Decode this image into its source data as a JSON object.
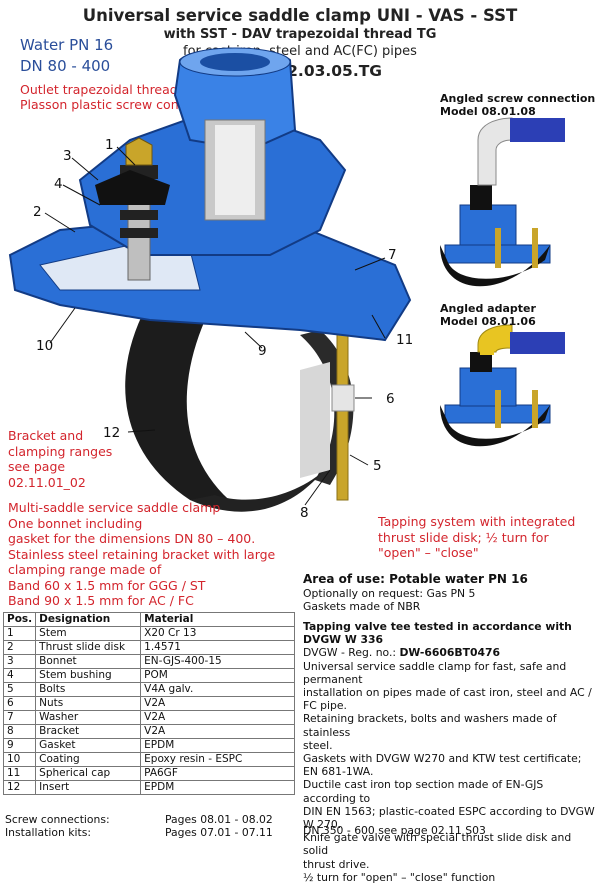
{
  "header": {
    "title": "Universal service saddle clamp UNI - VAS - SST",
    "subtitle1": "with SST - DAV trapezoidal thread TG",
    "subtitle2": "for cast iron, steel and AC(FC) pipes",
    "model": "Model 02.03.05.TG"
  },
  "spec": {
    "pressure": "Water PN 16",
    "range": "DN 80 - 400",
    "outlet_note": "Outlet trapezoidal thread for Plasson plastic screw connections"
  },
  "callouts": [
    "1",
    "2",
    "3",
    "4",
    "5",
    "6",
    "7",
    "8",
    "9",
    "10",
    "11",
    "12"
  ],
  "side": {
    "screw_title": "Angled screw connection",
    "screw_model": "Model 08.01.08",
    "adapter_title": "Angled adapter",
    "adapter_model": "Model 08.01.06"
  },
  "notes": {
    "bracket": "Bracket and clamping ranges see page 02.11.01_02",
    "multi": [
      "Multi-saddle service saddle clamp",
      "One bonnet including",
      "gasket for the dimensions DN 80 – 400.",
      "Stainless steel retaining bracket with large",
      "clamping range made of",
      "Band 60 x 1.5 mm for GGG / ST",
      "Band 90 x 1.5 mm for AC / FC"
    ],
    "tapping": "Tapping system with integrated thrust slide disk; ½ turn for \"open\" – \"close\""
  },
  "table": {
    "headers": [
      "Pos.",
      "Designation",
      "Material"
    ],
    "rows": [
      [
        "1",
        "Stem",
        "X20 Cr 13"
      ],
      [
        "2",
        "Thrust slide disk",
        "1.4571"
      ],
      [
        "3",
        "Bonnet",
        "EN-GJS-400-15"
      ],
      [
        "4",
        "Stem bushing",
        "POM"
      ],
      [
        "5",
        "Bolts",
        "V4A galv."
      ],
      [
        "6",
        "Nuts",
        "V2A"
      ],
      [
        "7",
        "Washer",
        "V2A"
      ],
      [
        "8",
        "Bracket",
        "V2A"
      ],
      [
        "9",
        "Gasket",
        "EPDM"
      ],
      [
        "10",
        "Coating",
        "Epoxy resin - ESPC"
      ],
      [
        "11",
        "Spherical cap",
        "PA6GF"
      ],
      [
        "12",
        "Insert",
        "EPDM"
      ]
    ]
  },
  "area": {
    "title": "Area of use: Potable water PN 16",
    "line1": "Optionally on request: Gas PN 5",
    "line2": "Gaskets made of NBR"
  },
  "desc": {
    "title": "Tapping valve tee tested in accordance with DVGW W 336",
    "reg_prefix": "DVGW - Reg. no.: ",
    "reg_no": "DW-6606BT0476",
    "lines": [
      "Universal service saddle clamp for fast, safe and permanent",
      "installation on pipes made of cast iron, steel and AC / FC pipe.",
      "Retaining brackets, bolts and washers made of stainless",
      "steel.",
      "Gaskets with DVGW W270 and KTW test certificate;",
      "EN 681-1WA.",
      "Ductile cast iron top section made of EN-GJS according to",
      "DIN EN 1563; plastic-coated ESPC according to DVGW W 270.",
      "Knife gate valve with special thrust slide disk and solid",
      "thrust drive.",
      "½ turn for \"open\" – \"close\" function"
    ]
  },
  "footer": {
    "screw_label": "Screw connections:",
    "screw_pages": "Pages 08.01 - 08.02",
    "install_label": "Installation kits:",
    "install_pages": "Pages 07.01 - 07.11",
    "dn_note": "DN 350 - 600 see page 02.11 S03"
  },
  "colors": {
    "brand_blue": "#2a6fd6",
    "text_blue": "#2a4e9a",
    "text_red": "#d3252d",
    "band_black": "#1c1c1c",
    "brass": "#c9a52a"
  }
}
